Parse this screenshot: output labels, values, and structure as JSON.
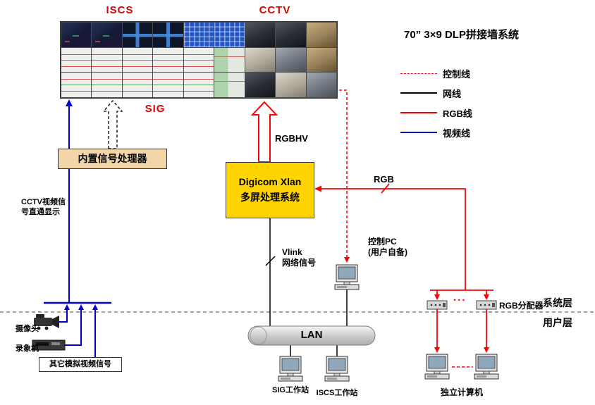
{
  "title": "70” 3×9 DLP拼接墙系统",
  "wall": {
    "label_iscs": "ISCS",
    "label_cctv": "CCTV",
    "label_sig": "SIG",
    "rows": 3,
    "cols": 9,
    "cells": [
      "iscs-dark",
      "iscs-dark",
      "map-dark",
      "map-dark",
      "grid-blue",
      "grid-blue",
      "photo-dark",
      "photo-dark",
      "photo-warm",
      "sig-light",
      "sig-light",
      "sig-light",
      "sig-light",
      "sig-light",
      "sig-mixed",
      "photo-light",
      "photo-gray",
      "photo-warm",
      "sig-light",
      "sig-light",
      "sig-light",
      "sig-light",
      "sig-light",
      "sig-mixed",
      "photo-dark",
      "photo-light",
      "photo-gray"
    ]
  },
  "legend": {
    "items": [
      {
        "label": "控制线",
        "style": "control"
      },
      {
        "label": "网线",
        "style": "network"
      },
      {
        "label": "RGB线",
        "style": "rgb"
      },
      {
        "label": "视频线",
        "style": "video"
      }
    ]
  },
  "colors": {
    "control": "#ff0000",
    "network": "#000000",
    "rgb": "#ff0000",
    "video": "#0000cc",
    "processor": "#f2d5a8",
    "digicom": "#ffd400",
    "wall_label": "#dd0000"
  },
  "nodes": {
    "signal_processor": "内置信号处理器",
    "digicom_line1": "Digicom Xlan",
    "digicom_line2": "多屏处理系统",
    "control_pc_line1": "控制PC",
    "control_pc_line2": "(用户自备)",
    "lan": "LAN",
    "sig_workstation": "SIG工作站",
    "iscs_workstation": "ISCS工作站",
    "standalone_computers": "独立计算机",
    "rgb_splitter": "RGB分配器",
    "camera": "摄像头",
    "recorder": "录象机",
    "other_video": "其它模拟视频信号",
    "system_layer": "系统层",
    "user_layer": "用户层"
  },
  "edges": {
    "rgbhv": "RGBHV",
    "rgb": "RGB",
    "vlink_line1": "Vlink",
    "vlink_line2": "网络信号",
    "cctv_direct_line1": "CCTV视频信",
    "cctv_direct_line2": "号直通显示",
    "splitter_ellipsis": "..."
  }
}
